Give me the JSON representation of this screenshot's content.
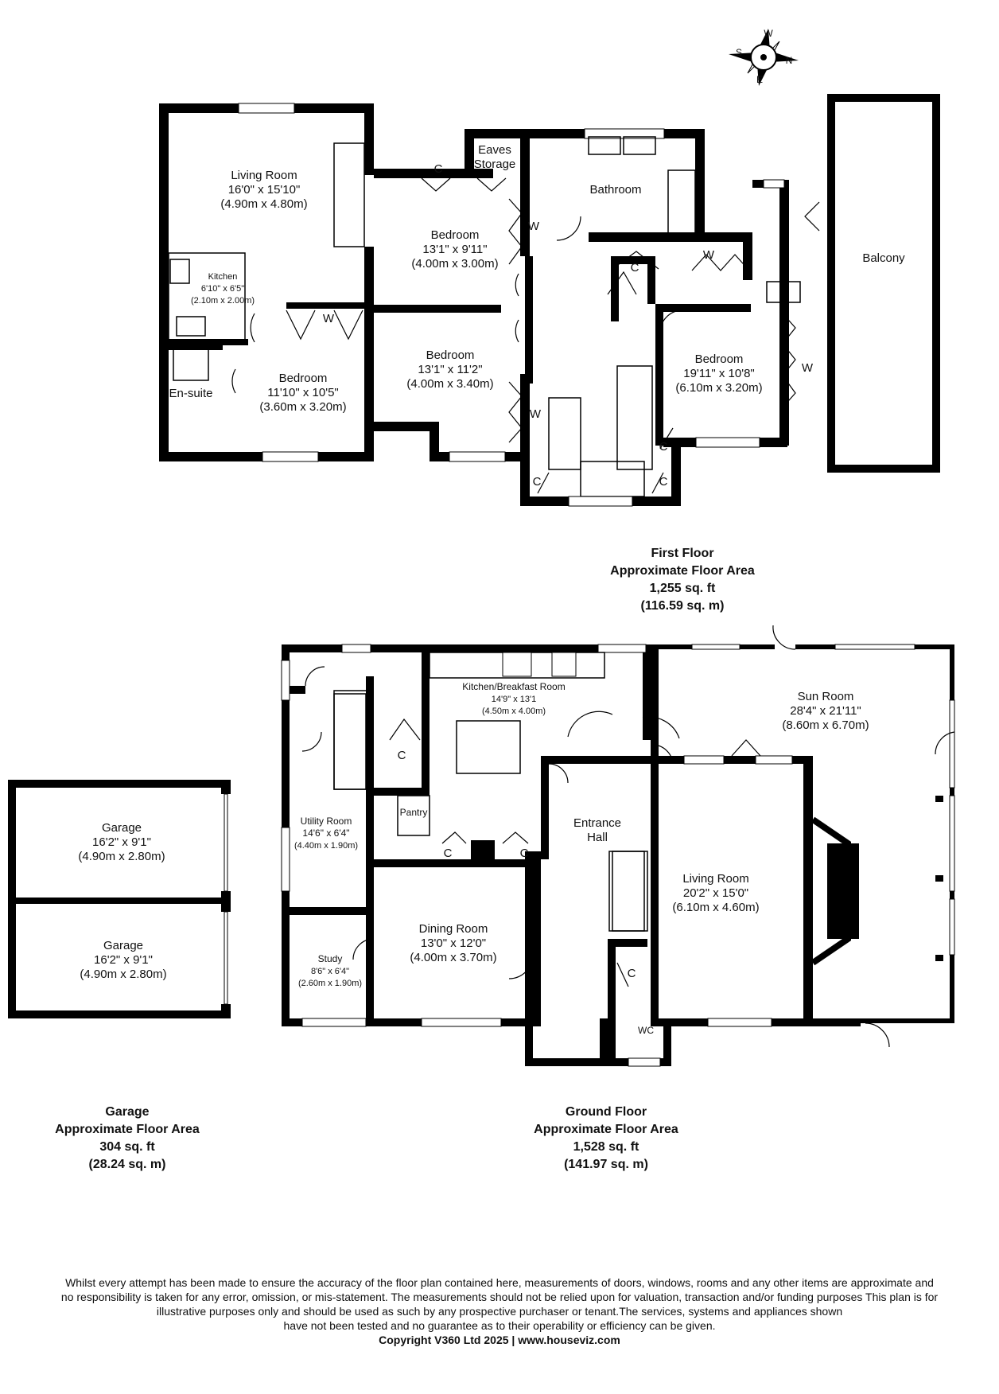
{
  "first_floor": {
    "rooms": {
      "living_room": {
        "name": "Living Room",
        "imperial": "16'0\" x 15'10\"",
        "metric": "(4.90m x 4.80m)"
      },
      "kitchen": {
        "name": "Kitchen",
        "imperial": "6'10\" x 6'5\"",
        "metric": "(2.10m x 2.00m)"
      },
      "ensuite": {
        "name": "En-suite"
      },
      "bedroom_sw": {
        "name": "Bedroom",
        "imperial": "11'10\" x 10'5\"",
        "metric": "(3.60m x 3.20m)"
      },
      "bedroom_nw": {
        "name": "Bedroom",
        "imperial": "13'1\" x 9'11\"",
        "metric": "(4.00m x 3.00m)"
      },
      "bedroom_mid": {
        "name": "Bedroom",
        "imperial": "13'1\" x 11'2\"",
        "metric": "(4.00m x 3.40m)"
      },
      "eaves_line1": "Eaves",
      "eaves_line2": "Storage",
      "bathroom": {
        "name": "Bathroom"
      },
      "bedroom_e": {
        "name": "Bedroom",
        "imperial": "19'11\" x 10'8\"",
        "metric": "(6.10m x 3.20m)"
      },
      "balcony": {
        "name": "Balcony"
      }
    },
    "area": {
      "title": "First Floor",
      "subtitle": "Approximate Floor Area",
      "sqft": "1,255 sq. ft",
      "sqm": "(116.59 sq. m)"
    }
  },
  "ground_floor": {
    "rooms": {
      "kitchen_breakfast": {
        "name": "Kitchen/Breakfast Room",
        "imperial": "14'9\" x 13'1",
        "metric": "(4.50m x 4.00m)"
      },
      "sun_room": {
        "name": "Sun Room",
        "imperial": "28'4\" x 21'11\"",
        "metric": "(8.60m x 6.70m)"
      },
      "pantry": {
        "name": "Pantry"
      },
      "utility": {
        "name": "Utility Room",
        "imperial": "14'6\" x 6'4\"",
        "metric": "(4.40m x 1.90m)"
      },
      "entrance_line1": "Entrance",
      "entrance_line2": "Hall",
      "living_room": {
        "name": "Living Room",
        "imperial": "20'2\" x 15'0\"",
        "metric": "(6.10m x 4.60m)"
      },
      "dining": {
        "name": "Dining Room",
        "imperial": "13'0\" x 12'0\"",
        "metric": "(4.00m x 3.70m)"
      },
      "study": {
        "name": "Study",
        "imperial": "8'6\" x 6'4\"",
        "metric": "(2.60m x 1.90m)"
      },
      "wc": {
        "name": "WC"
      }
    },
    "area": {
      "title": "Ground Floor",
      "subtitle": "Approximate Floor Area",
      "sqft": "1,528 sq. ft",
      "sqm": "(141.97 sq. m)"
    }
  },
  "garage": {
    "rooms": {
      "garage_1": {
        "name": "Garage",
        "imperial": "16'2\" x 9'1\"",
        "metric": "(4.90m x 2.80m)"
      },
      "garage_2": {
        "name": "Garage",
        "imperial": "16'2\" x 9'1\"",
        "metric": "(4.90m x 2.80m)"
      }
    },
    "area": {
      "title": "Garage",
      "subtitle": "Approximate Floor Area",
      "sqft": "304 sq. ft",
      "sqm": "(28.24 sq. m)"
    }
  },
  "markers": {
    "cupboard": "C",
    "wardrobe": "W"
  },
  "compass": {
    "n": "N",
    "e": "E",
    "s": "S",
    "w": "W"
  },
  "disclaimer": {
    "line1": "Whilst every attempt has been made to ensure the accuracy of the floor plan contained here, measurements of doors, windows, rooms and any other items are approximate and",
    "line2": "no responsibility is taken for any error, omission, or mis-statement.  The measurements should not be relied upon for valuation, transaction and/or funding purposes This plan is for",
    "line3": "illustrative purposes only and should be used as such by any prospective purchaser or tenant.The services, systems and appliances shown",
    "line4": "have not been tested and no guarantee as to their operability or efficiency can be given.",
    "copyright": "Copyright V360 Ltd 2025 | www.houseviz.com"
  }
}
